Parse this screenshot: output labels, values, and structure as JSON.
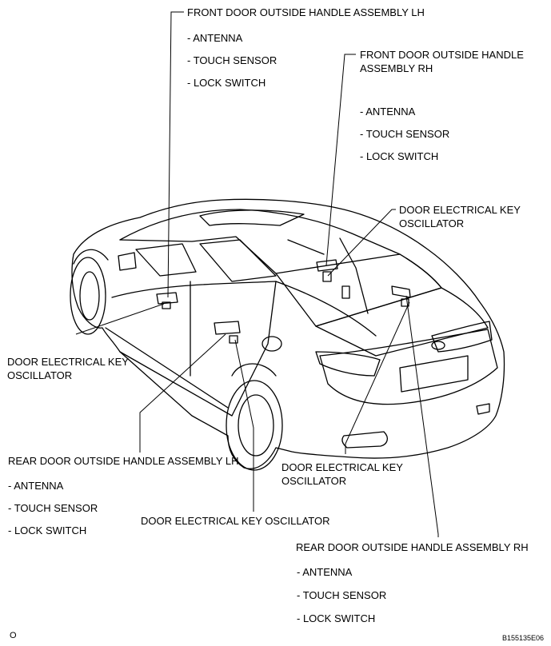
{
  "callouts": {
    "front_lh": {
      "title": "FRONT DOOR OUTSIDE HANDLE ASSEMBLY LH",
      "items": [
        "- ANTENNA",
        "- TOUCH SENSOR",
        "- LOCK SWITCH"
      ]
    },
    "front_rh": {
      "title_line1": "FRONT DOOR OUTSIDE HANDLE",
      "title_line2": "ASSEMBLY RH",
      "items": [
        "- ANTENNA",
        "- TOUCH SENSOR",
        "- LOCK SWITCH"
      ]
    },
    "osc_roof": {
      "line1": "DOOR ELECTRICAL KEY",
      "line2": "OSCILLATOR"
    },
    "osc_left": {
      "line1": "DOOR ELECTRICAL KEY",
      "line2": "OSCILLATOR"
    },
    "rear_lh": {
      "title": "REAR DOOR OUTSIDE HANDLE ASSEMBLY LH",
      "items": [
        "- ANTENNA",
        "- TOUCH SENSOR",
        "- LOCK SWITCH"
      ]
    },
    "osc_rear": {
      "line1": "DOOR ELECTRICAL KEY",
      "line2": "OSCILLATOR"
    },
    "osc_bottom": {
      "line1": "DOOR ELECTRICAL KEY OSCILLATOR"
    },
    "rear_rh": {
      "title": "REAR DOOR OUTSIDE HANDLE ASSEMBLY RH",
      "items": [
        "- ANTENNA",
        "- TOUCH SENSOR",
        "- LOCK SWITCH"
      ]
    }
  },
  "footer": {
    "left_mark": "O",
    "figure_code": "B155135E06"
  },
  "colors": {
    "line": "#000000",
    "background": "#ffffff"
  }
}
